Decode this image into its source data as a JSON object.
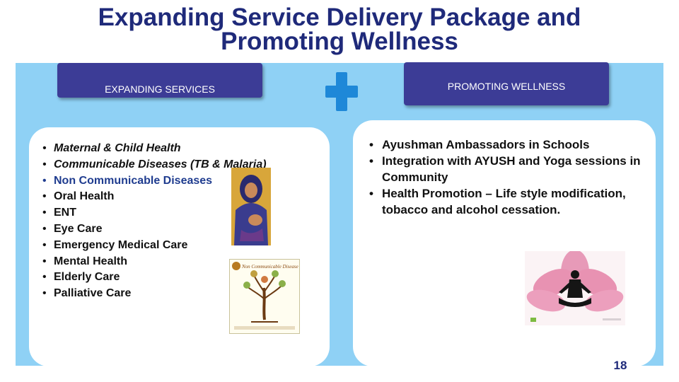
{
  "title_line1": "Expanding Service Delivery Package and",
  "title_line2": "Promoting Wellness",
  "left_header": "EXPANDING SERVICES",
  "right_header": "PROMOTING WELLNESS",
  "services": [
    "Maternal & Child Health",
    "Communicable Diseases  (TB & Malaria)",
    "Non Communicable Diseases",
    "Oral Health",
    "ENT",
    "Eye Care",
    "Emergency Medical Care",
    "Mental Health",
    "Elderly Care",
    "Palliative Care"
  ],
  "wellness": [
    "Ayushman Ambassadors in Schools",
    "Integration with AYUSH and Yoga sessions in Community",
    "Health Promotion – Life style modification, tobacco and alcohol cessation."
  ],
  "ncd_image_title": "Non Communicable Disease",
  "page_number": "18",
  "colors": {
    "title": "#1f2a7a",
    "header_bg": "#3c3c96",
    "panel_bg": "#8fd1f5",
    "cross": "#1e88d8",
    "ncd_item": "#1f3c8f"
  }
}
